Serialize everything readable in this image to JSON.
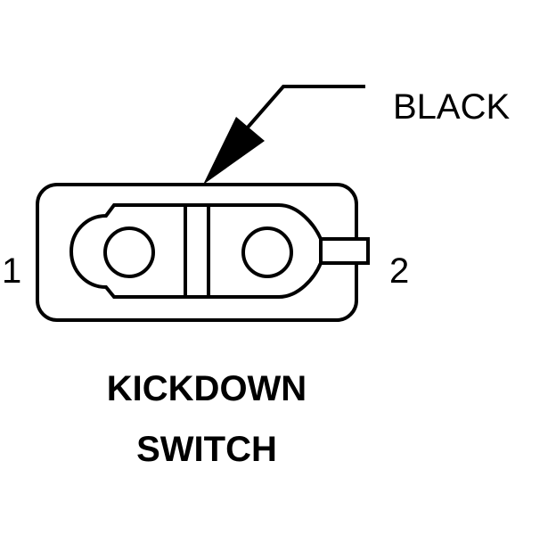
{
  "diagram": {
    "wire_color_label": "BLACK",
    "pins": [
      {
        "label": "1"
      },
      {
        "label": "2"
      }
    ],
    "component_name": {
      "line1": "KICKDOWN",
      "line2": "SWITCH"
    }
  }
}
